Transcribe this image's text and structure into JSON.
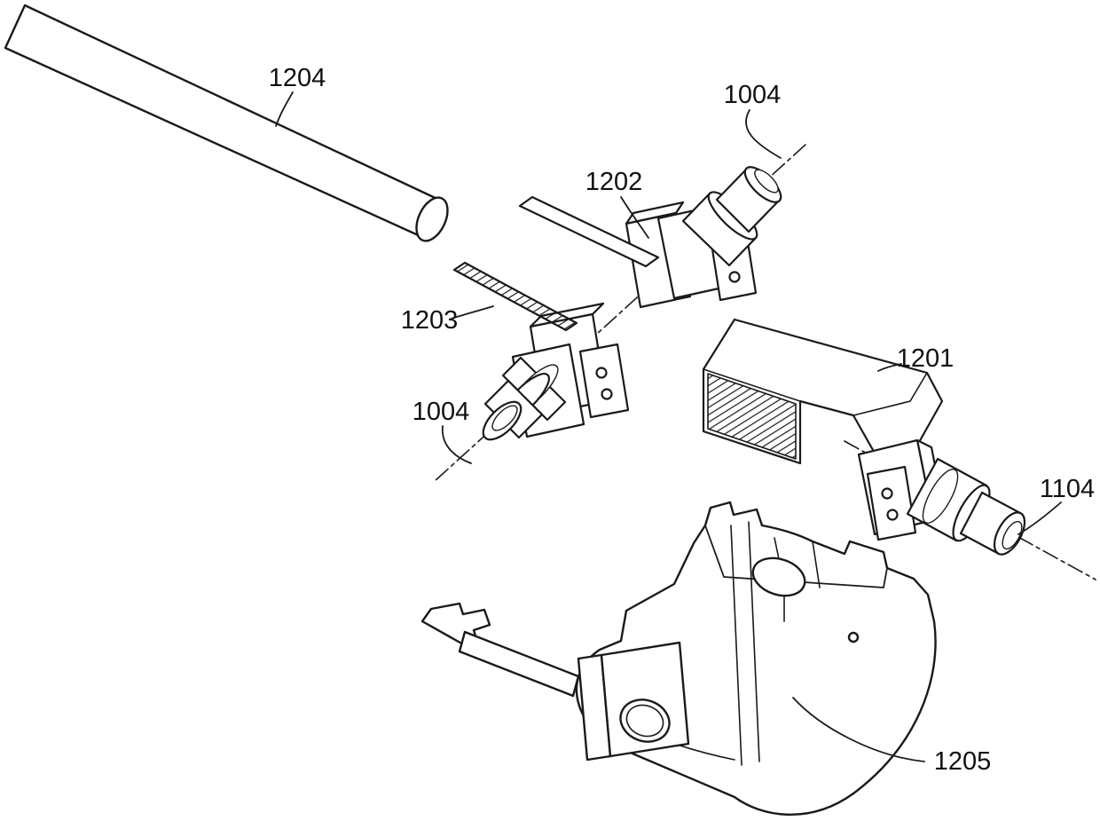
{
  "figure": {
    "background": "#ffffff",
    "ink": "#1a1a1a",
    "labels": {
      "rod": "1204",
      "upper_axis": "1004",
      "blade": "1202",
      "tick_strip": "1203",
      "bracket": "1201",
      "lower_axis": "1004",
      "right_connector": "1104",
      "housing": "1205"
    }
  }
}
